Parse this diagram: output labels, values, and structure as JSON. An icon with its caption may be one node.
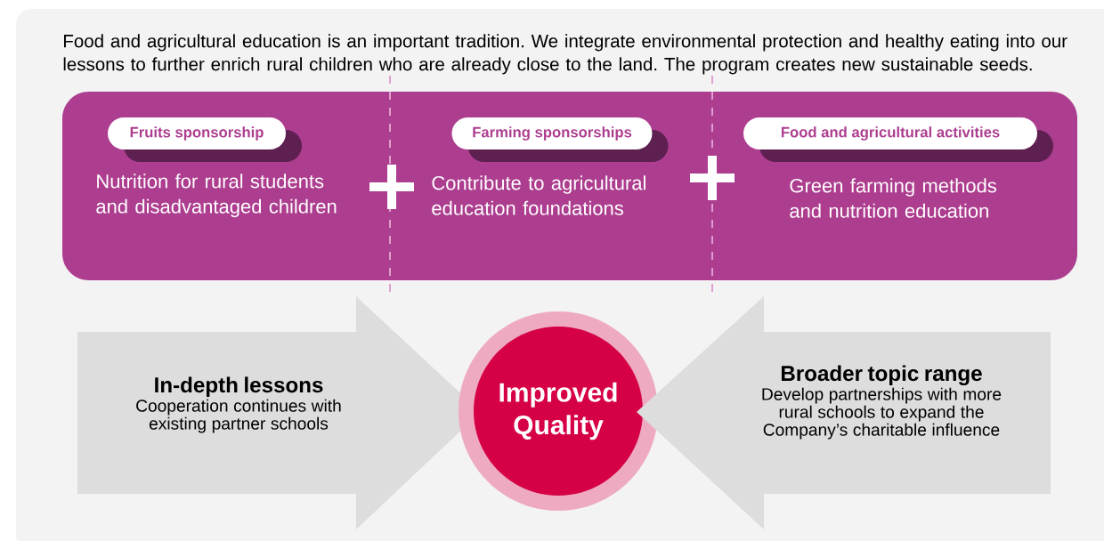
{
  "diagram": {
    "nodes": [
      {
        "text": [],
        "shape": "box"
      },
      {
        "text": [
          "Fruits sponsorship"
        ],
        "in": 0,
        "beside": [
          "Nutrition for rural students and disadvantaged children"
        ]
      },
      {
        "text": [
          "Farming sponsorships"
        ],
        "in": 0,
        "beside": [
          "Contribute to agricultural education foundations"
        ]
      },
      {
        "text": [
          "Food and agricultural activities"
        ],
        "in": 0,
        "beside": [
          "Green farming methods and nutrition education"
        ]
      },
      {
        "text": [
          "In-depth lessons",
          "Cooperation continues with existing partner schools"
        ]
      },
      {
        "text": [
          "Improved Quality"
        ]
      },
      {
        "text": [
          "Broader topic range",
          "Develop partnerships with more rural schools to expand the Company’s charitable influence"
        ]
      }
    ],
    "labels": [
      "Food and agricultural education is an important tradition. We integrate environmental protection and healthy eating into our lessons to further enrich rural children who are already close to the land. The program creates new sustainable seeds."
    ]
  }
}
